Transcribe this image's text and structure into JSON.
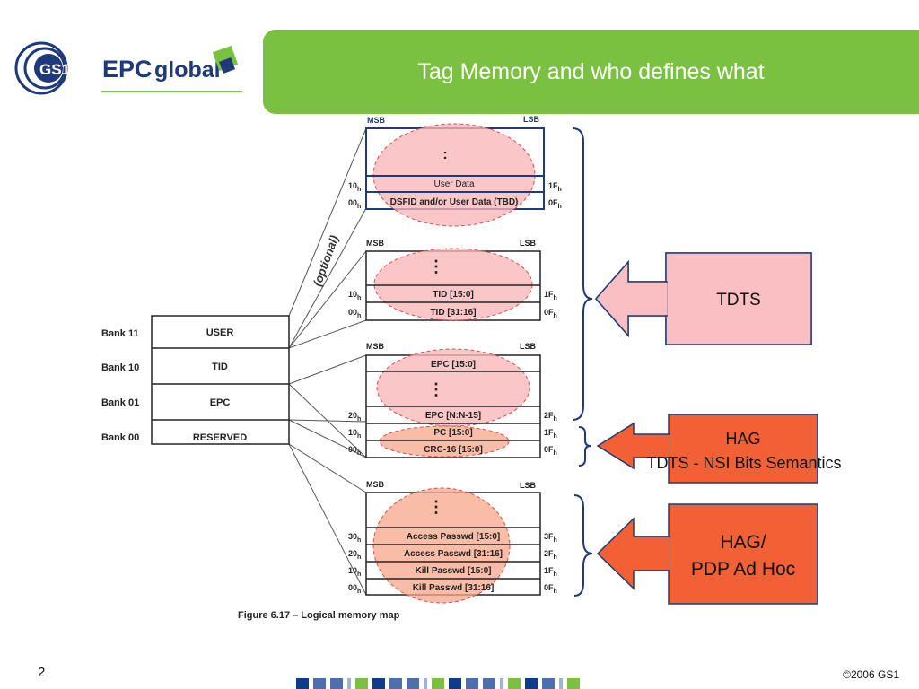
{
  "header": {
    "title": "Tag Memory and who defines what",
    "logo_gs1": "GS1",
    "logo_epc": "EPC",
    "logo_global": "global"
  },
  "banks": [
    {
      "label": "Bank 11",
      "name": "USER"
    },
    {
      "label": "Bank 10",
      "name": "TID"
    },
    {
      "label": "Bank 01",
      "name": "EPC"
    },
    {
      "label": "Bank 00",
      "name": "RESERVED"
    }
  ],
  "optional_label": "(optional)",
  "msb": "MSB",
  "lsb": "LSB",
  "user_block": {
    "dots": ":",
    "rows": [
      "User Data",
      "DSFID and/or User Data (TBD)"
    ],
    "left_addr": [
      "10",
      "00"
    ],
    "right_addr": [
      "1F",
      "0F"
    ]
  },
  "tid_block": {
    "dots": "⋮",
    "rows": [
      "TID [15:0]",
      "TID [31:16]"
    ],
    "left_addr": [
      "10",
      "00"
    ],
    "right_addr": [
      "1F",
      "0F"
    ]
  },
  "epc_block": {
    "rows": [
      "EPC [15:0]",
      "⋮",
      "EPC [N:N-15]",
      "PC [15:0]",
      "CRC-16 [15:0]"
    ],
    "left_addr": [
      "20",
      "10",
      "00"
    ],
    "right_addr": [
      "2F",
      "1F",
      "0F"
    ]
  },
  "reserved_block": {
    "dots": "⋮",
    "rows": [
      "Access Passwd [15:0]",
      "Access Passwd [31:16]",
      "Kill Passwd [15:0]",
      "Kill Passwd [31:16]"
    ],
    "left_addr": [
      "30",
      "20",
      "10",
      "00"
    ],
    "right_addr": [
      "3F",
      "2F",
      "1F",
      "0F"
    ]
  },
  "hex_suffix": "h",
  "figure_caption": "Figure 6.17 – Logical memory map",
  "callouts": {
    "tdts": "TDTS",
    "hag_line1": "HAG",
    "hag_line2": "TDTS - NSI Bits Semantics",
    "pdp_line1": "HAG/",
    "pdp_line2": "PDP Ad Hoc"
  },
  "colors": {
    "green": "#7ac142",
    "navy": "#1f3a7a",
    "pink_fill": "#f9b6b9",
    "orange": "#f26135"
  },
  "footer": {
    "slide_number": "2",
    "copyright": "©2006 GS1"
  }
}
